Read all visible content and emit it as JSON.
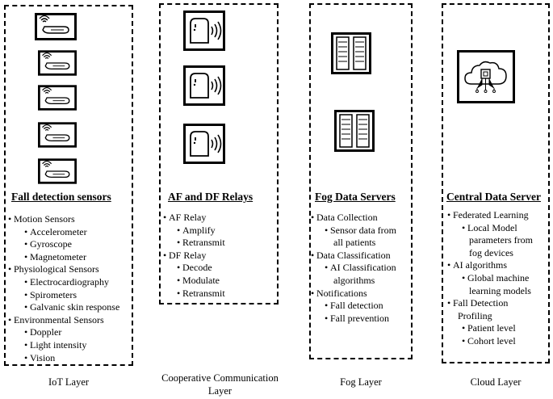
{
  "layers": [
    {
      "heading": "Fall detection sensors",
      "caption": "IoT Layer",
      "items": [
        {
          "text": "Motion Sensors",
          "level": 0
        },
        {
          "text": "Accelerometer",
          "level": 1
        },
        {
          "text": "Gyroscope",
          "level": 1
        },
        {
          "text": "Magnetometer",
          "level": 1
        },
        {
          "text": "Physiological Sensors",
          "level": 0
        },
        {
          "text": "Electrocardiography",
          "level": 1
        },
        {
          "text": "Spirometers",
          "level": 1
        },
        {
          "text": "Galvanic skin response",
          "level": 1
        },
        {
          "text": "Environmental Sensors",
          "level": 0
        },
        {
          "text": "Doppler",
          "level": 1
        },
        {
          "text": "Light intensity",
          "level": 1
        },
        {
          "text": "Vision",
          "level": 1
        }
      ],
      "icon": "hand-sensor-icon"
    },
    {
      "heading": "AF and DF Relays",
      "caption_line1": "Cooperative Communication",
      "caption_line2": "Layer",
      "items": [
        {
          "text": "AF Relay",
          "level": 0
        },
        {
          "text": "Amplify",
          "level": 1
        },
        {
          "text": "Retransmit",
          "level": 1
        },
        {
          "text": "DF Relay",
          "level": 0
        },
        {
          "text": "Decode",
          "level": 1
        },
        {
          "text": "Modulate",
          "level": 1
        },
        {
          "text": "Retransmit",
          "level": 1
        }
      ],
      "icon": "wireless-relay-icon"
    },
    {
      "heading": "Fog Data Servers",
      "caption": "Fog Layer",
      "items": [
        {
          "text": "Data Collection",
          "level": 0
        },
        {
          "text": "Sensor data from",
          "level": 1
        },
        {
          "text": "all patients",
          "level": 2
        },
        {
          "text": "Data Classification",
          "level": 0
        },
        {
          "text": "AI Classification",
          "level": 1
        },
        {
          "text": "algorithms",
          "level": 2
        },
        {
          "text": "Notifications",
          "level": 0
        },
        {
          "text": "Fall detection",
          "level": 1
        },
        {
          "text": "Fall prevention",
          "level": 1
        }
      ],
      "icon": "server-rack-icon"
    },
    {
      "heading": "Central Data Server",
      "caption": "Cloud Layer",
      "items": [
        {
          "text": "Federated Learning",
          "level": 0
        },
        {
          "text": "Local Model",
          "level": 1
        },
        {
          "text": "parameters from",
          "level": 2
        },
        {
          "text": "fog devices",
          "level": 2
        },
        {
          "text": "AI algorithms",
          "level": 0
        },
        {
          "text": "Global machine",
          "level": 1
        },
        {
          "text": "learning models",
          "level": 2
        },
        {
          "text": "Fall Detection",
          "level": 0
        },
        {
          "text": "Profiling",
          "level": 3
        },
        {
          "text": "Patient level",
          "level": 1
        },
        {
          "text": "Cohort level",
          "level": 1
        }
      ],
      "icon": "cloud-chip-icon"
    }
  ]
}
